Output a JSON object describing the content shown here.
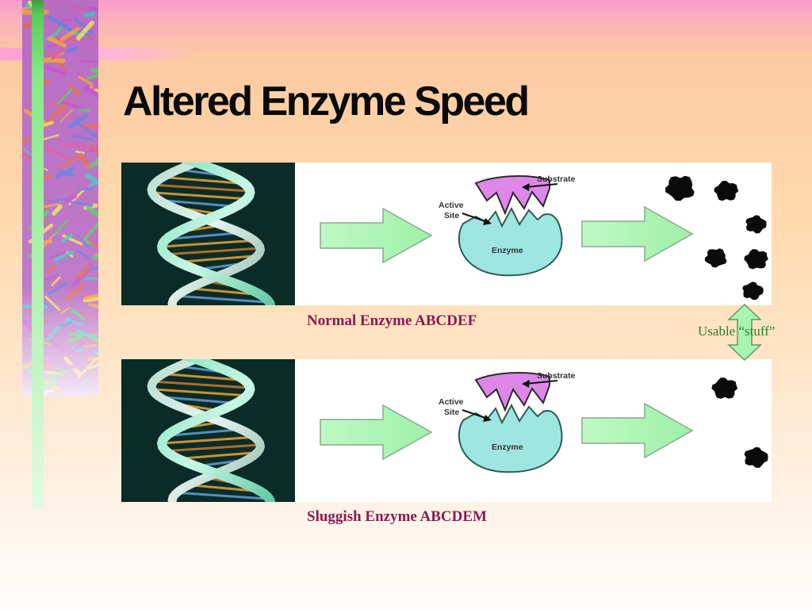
{
  "slide": {
    "title": "Altered Enzyme Speed"
  },
  "panels": [
    {
      "caption": "Normal Enzyme ABCDEF",
      "substrate_label": "Substrate",
      "active_site_label": [
        "Active",
        "Site"
      ],
      "enzyme_label": "Enzyme",
      "product_blob_count": 6
    },
    {
      "caption": "Sluggish Enzyme ABCDEM",
      "substrate_label": "Substrate",
      "active_site_label": [
        "Active",
        "Site"
      ],
      "enzyme_label": "Enzyme",
      "product_blob_count": 2
    }
  ],
  "annotation": {
    "usable_label": "Usable “stuff”"
  },
  "colors": {
    "title": "#0a0a0a",
    "caption": "#8b1a4f",
    "annotation": "#2e7d2e",
    "arrow_fill": "#a8f5b3",
    "enzyme_fill": "#9fe6e0",
    "substrate_fill": "#dd88e8",
    "dna_background": "#0b2b27"
  },
  "icons": [
    "dna-helix-icon",
    "right-arrow-icon",
    "double-arrow-icon"
  ]
}
